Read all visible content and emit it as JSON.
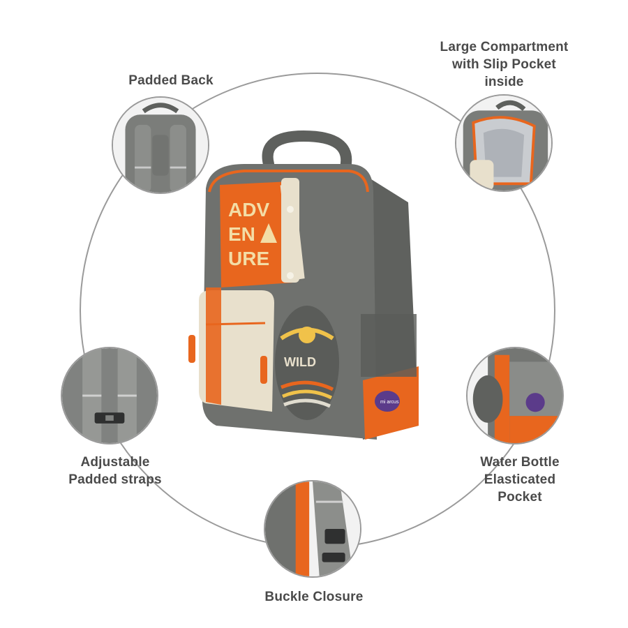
{
  "features": {
    "padded_back": "Padded Back",
    "large_compartment": [
      "Large Compartment",
      "with Slip Pocket",
      "inside"
    ],
    "adjustable_straps": [
      "Adjustable",
      "Padded straps"
    ],
    "water_bottle": [
      "Water Bottle",
      "Elasticated",
      "Pocket"
    ],
    "buckle_closure": "Buckle Closure"
  },
  "product": {
    "front_print": [
      "ADV",
      "EN",
      "URE"
    ],
    "patch_text": "WILD",
    "brand_badge": "mi arcus"
  },
  "colors": {
    "bag_grey": "#6f716e",
    "bag_orange": "#e8661e",
    "bag_cream": "#e8e0cc",
    "ring": "#9a9a9a",
    "label": "#4a4a4a"
  }
}
